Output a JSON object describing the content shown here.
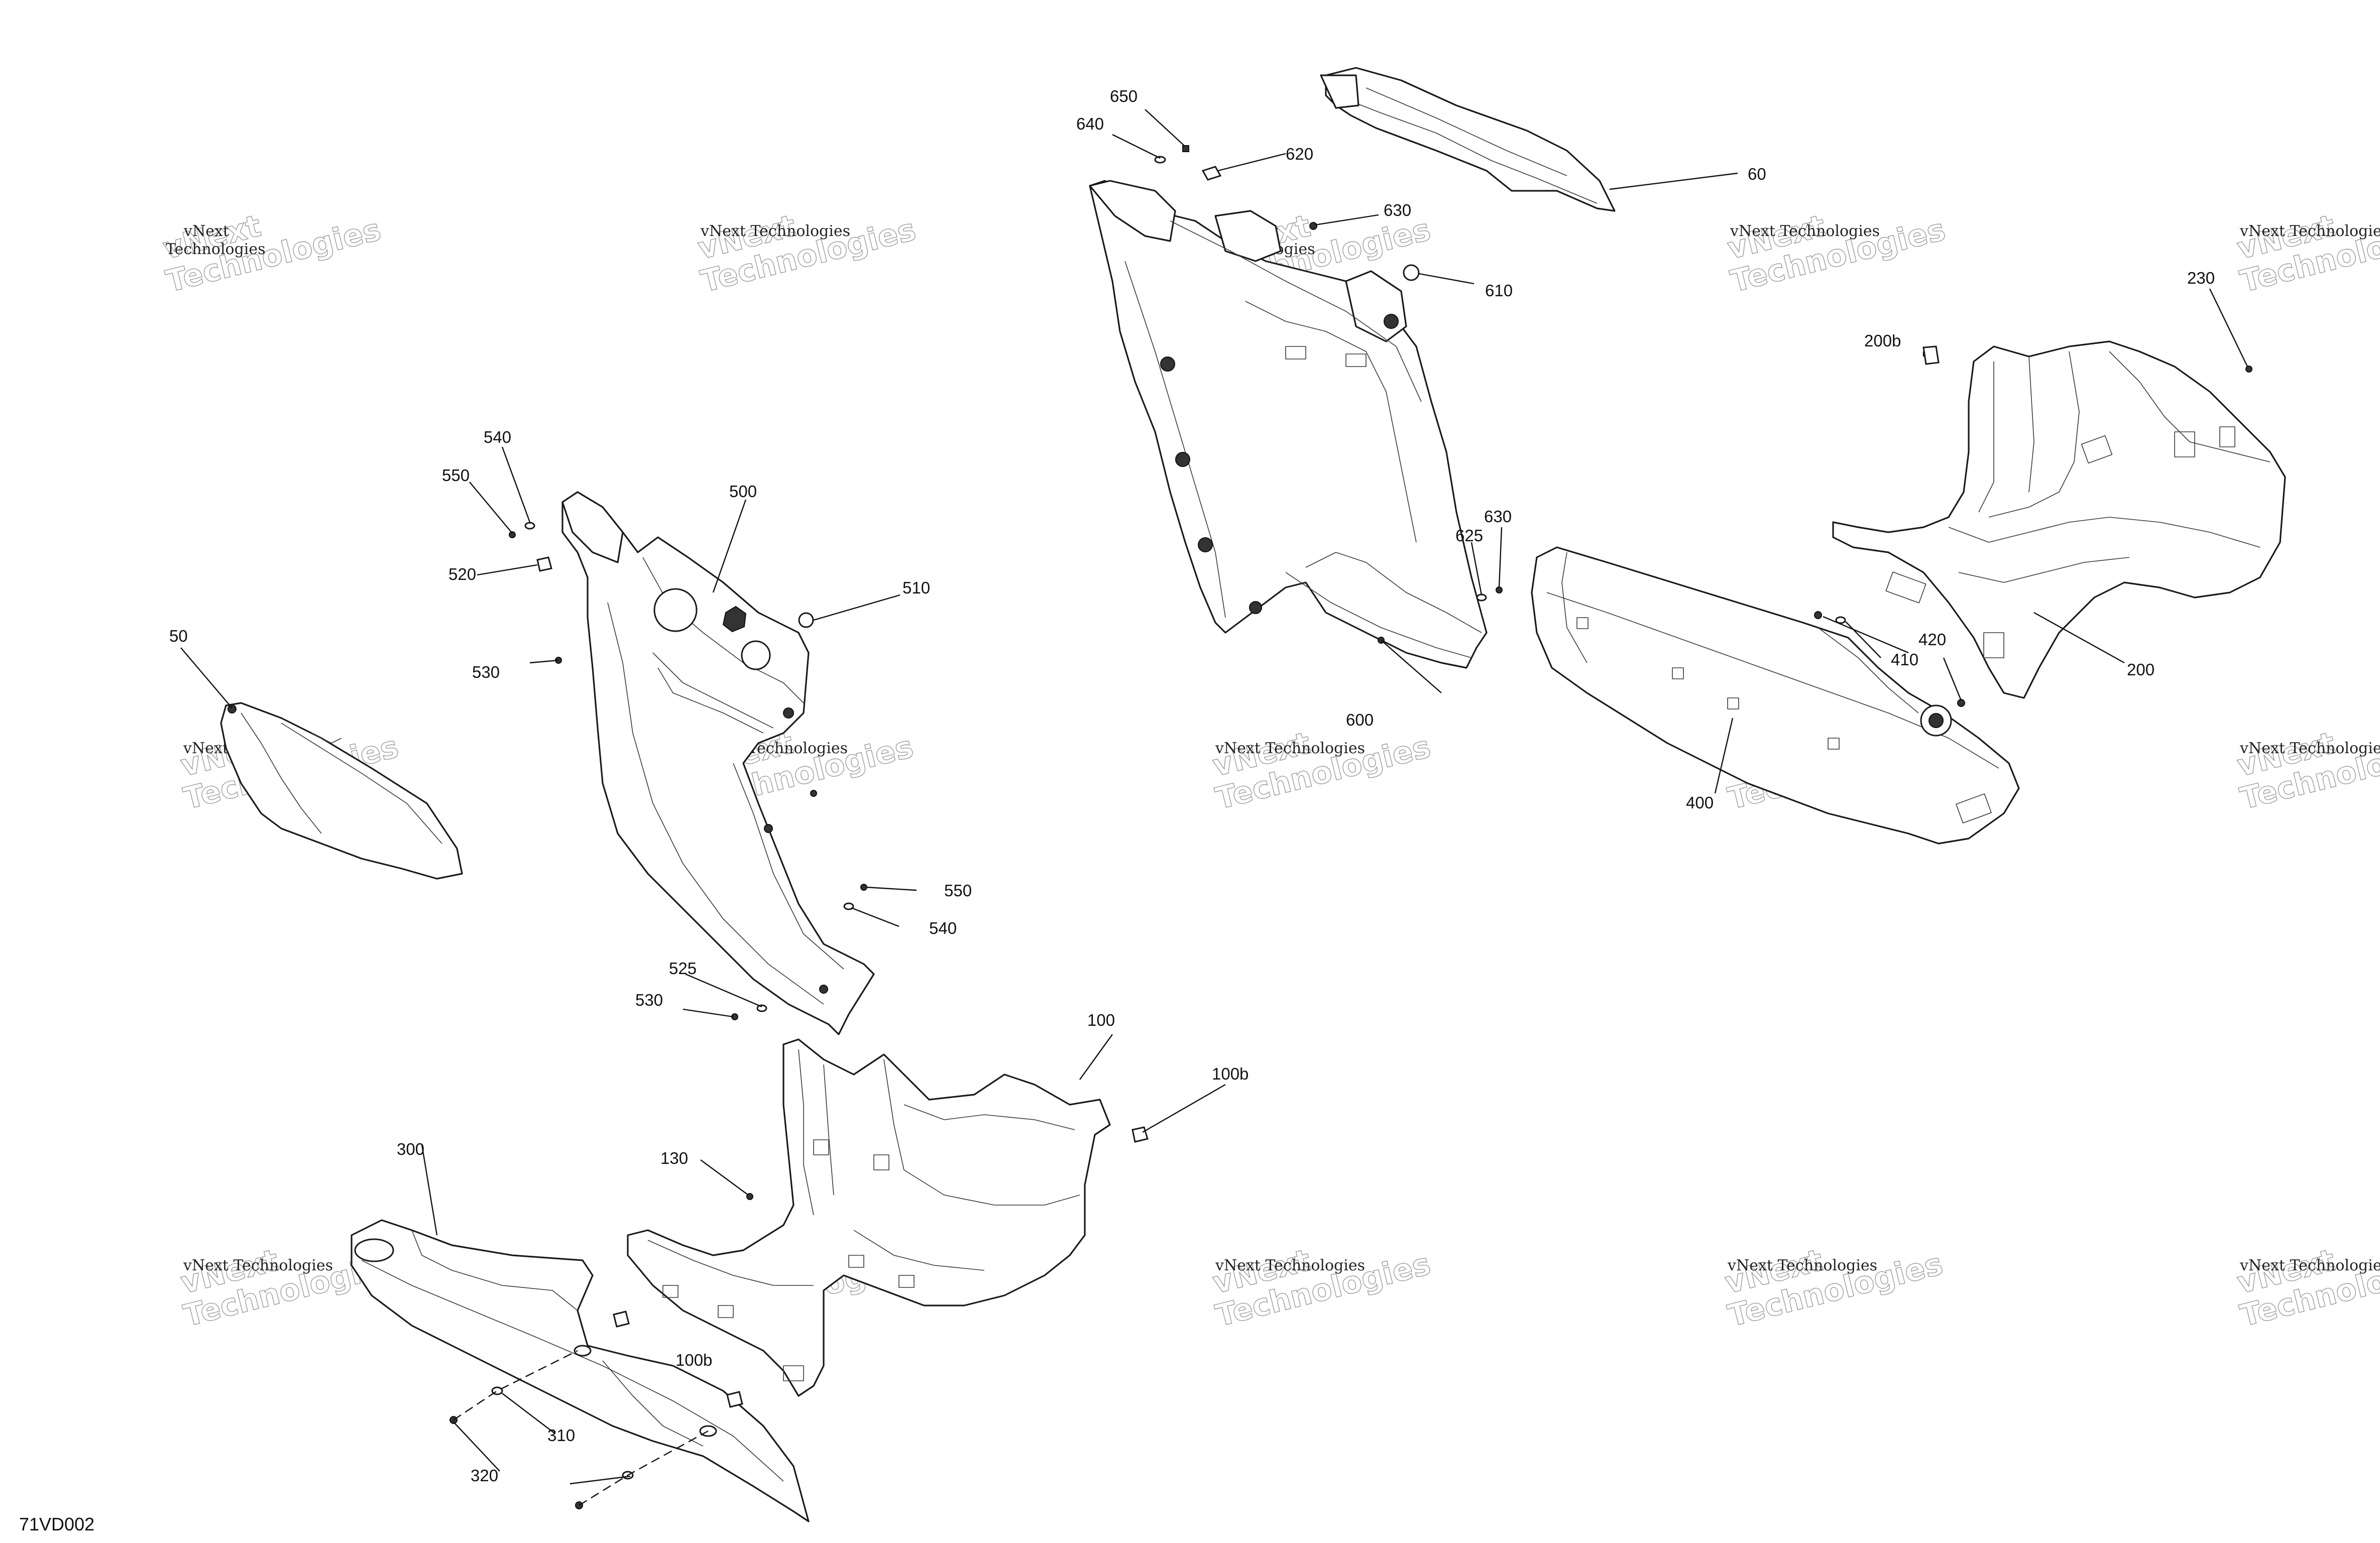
{
  "document_id": "71VD002",
  "watermark": {
    "line1": "vNext",
    "line2": "Technologies",
    "full": "vNext Technologies"
  },
  "callouts": {
    "c50": "50",
    "c60": "60",
    "c100": "100",
    "c100b_a": "100b",
    "c100b_b": "100b",
    "c130": "130",
    "c200": "200",
    "c200b": "200b",
    "c230": "230",
    "c300": "300",
    "c310": "310",
    "c320": "320",
    "c400": "400",
    "c410": "410",
    "c420": "420",
    "c500": "500",
    "c510": "510",
    "c520": "520",
    "c525": "525",
    "c530_a": "530",
    "c530_b": "530",
    "c540_a": "540",
    "c540_b": "540",
    "c550_a": "550",
    "c550_b": "550",
    "c600": "600",
    "c610": "610",
    "c620": "620",
    "c625": "625",
    "c630_a": "630",
    "c630_b": "630",
    "c640": "640",
    "c650": "650"
  }
}
